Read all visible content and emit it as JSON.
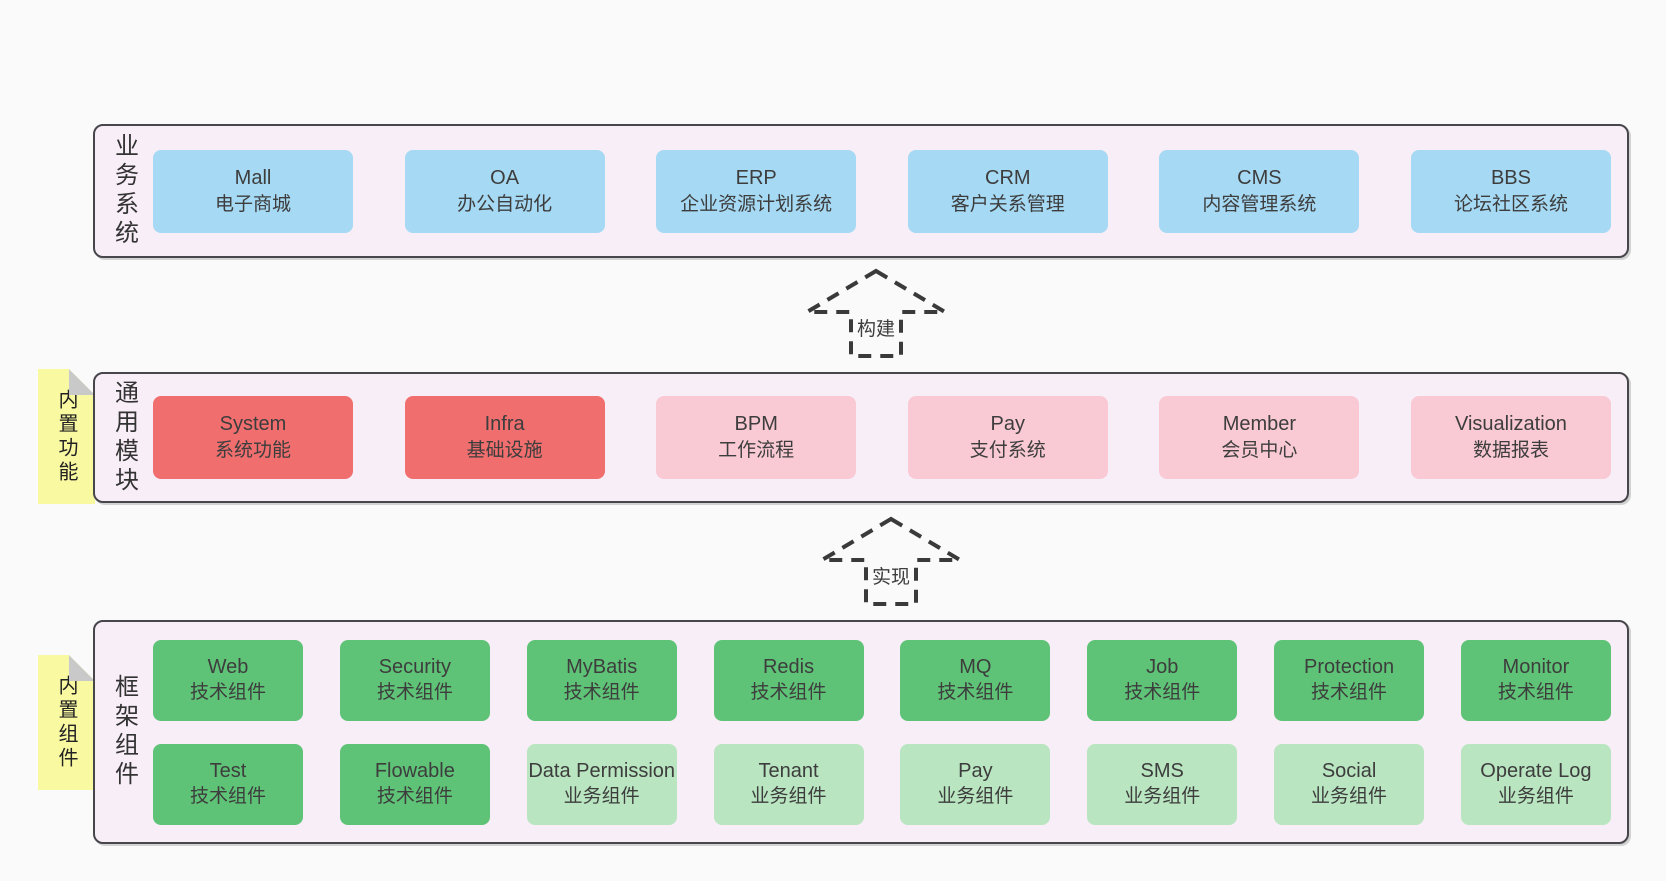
{
  "colors": {
    "page_bg": "#fafafa",
    "layer_bg": "#f8eef7",
    "layer_border": "#47464b",
    "sticky_yellow": "#f9f9a2",
    "sticky_fold": "#c9c9c9",
    "box_blue": "#a6d9f3",
    "box_red": "#f06e6e",
    "box_pink": "#f9c9d4",
    "box_green": "#5fc377",
    "box_light_green": "#b9e5c0",
    "text": "#3d3d3d"
  },
  "layers": [
    {
      "label": "业务系统",
      "rows": [
        [
          {
            "name": "Mall",
            "desc": "电子商城"
          },
          {
            "name": "OA",
            "desc": "办公自动化"
          },
          {
            "name": "ERP",
            "desc": "企业资源计划系统"
          },
          {
            "name": "CRM",
            "desc": "客户关系管理"
          },
          {
            "name": "CMS",
            "desc": "内容管理系统"
          },
          {
            "name": "BBS",
            "desc": "论坛社区系统"
          }
        ]
      ]
    },
    {
      "label": "通用模块",
      "sticky": "内置功能",
      "rows": [
        [
          {
            "name": "System",
            "desc": "系统功能"
          },
          {
            "name": "Infra",
            "desc": "基础设施"
          },
          {
            "name": "BPM",
            "desc": "工作流程"
          },
          {
            "name": "Pay",
            "desc": "支付系统"
          },
          {
            "name": "Member",
            "desc": "会员中心"
          },
          {
            "name": "Visualization",
            "desc": "数据报表"
          }
        ]
      ]
    },
    {
      "label": "框架组件",
      "sticky": "内置组件",
      "rows": [
        [
          {
            "name": "Web",
            "desc": "技术组件"
          },
          {
            "name": "Security",
            "desc": "技术组件"
          },
          {
            "name": "MyBatis",
            "desc": "技术组件"
          },
          {
            "name": "Redis",
            "desc": "技术组件"
          },
          {
            "name": "MQ",
            "desc": "技术组件"
          },
          {
            "name": "Job",
            "desc": "技术组件"
          },
          {
            "name": "Protection",
            "desc": "技术组件"
          },
          {
            "name": "Monitor",
            "desc": "技术组件"
          }
        ],
        [
          {
            "name": "Test",
            "desc": "技术组件"
          },
          {
            "name": "Flowable",
            "desc": "技术组件"
          },
          {
            "name": "Data Permission",
            "desc": "业务组件"
          },
          {
            "name": "Tenant",
            "desc": "业务组件"
          },
          {
            "name": "Pay",
            "desc": "业务组件"
          },
          {
            "name": "SMS",
            "desc": "业务组件"
          },
          {
            "name": "Social",
            "desc": "业务组件"
          },
          {
            "name": "Operate Log",
            "desc": "业务组件"
          }
        ]
      ]
    }
  ],
  "arrows": [
    {
      "label": "构建"
    },
    {
      "label": "实现"
    }
  ]
}
